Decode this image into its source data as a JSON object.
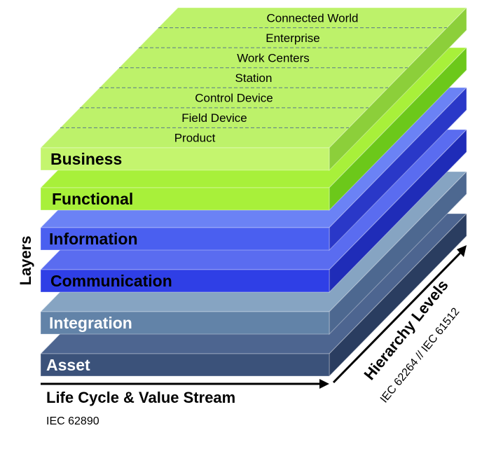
{
  "layers": [
    {
      "label": "Asset",
      "front": "#3b527a",
      "side": "#2a3d60",
      "top": "#4d6590",
      "text": "#ffffff"
    },
    {
      "label": "Integration",
      "front": "#6283a8",
      "side": "#4d6890",
      "top": "#86a4c2",
      "text": "#ffffff"
    },
    {
      "label": "Communication",
      "front": "#2f3fe6",
      "side": "#1f2cb8",
      "top": "#5a6cf0",
      "text": "#000000"
    },
    {
      "label": "Information",
      "front": "#4a5ff0",
      "side": "#2a38c8",
      "top": "#6b82f5",
      "text": "#000000"
    },
    {
      "label": "Functional",
      "front": "#a8f03a",
      "side": "#6cc81a",
      "top": "#a8f03a",
      "text": "#000000"
    },
    {
      "label": "Business",
      "front": "#c4f56e",
      "side": "#8ccf3a",
      "top": "#bdf26a",
      "text": "#000000"
    }
  ],
  "hierarchy_levels": [
    "Product",
    "Field Device",
    "Control Device",
    "Station",
    "Work Centers",
    "Enterprise",
    "Connected World"
  ],
  "axes": {
    "vertical": {
      "title": "Layers"
    },
    "horizontal": {
      "title": "Life Cycle & Value Stream",
      "standard": "IEC 62890"
    },
    "depth": {
      "title": "Hierarchy Levels",
      "standard": "IEC 62264 // IEC 61512"
    }
  }
}
